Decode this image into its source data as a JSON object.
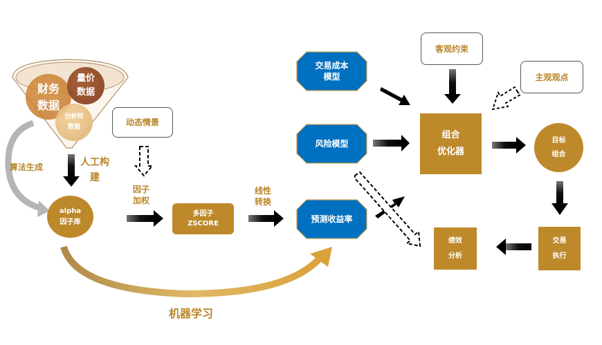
{
  "colors": {
    "gold": "#bd892b",
    "blue": "#0070c0",
    "gold_text": "#b8862a",
    "gray_arrow": "#b0b0b0"
  },
  "funnel": {
    "bubbles": [
      {
        "line1": "财务",
        "line2": "数据"
      },
      {
        "line1": "量价",
        "line2": "数据"
      },
      {
        "line1": "分析师",
        "line2": "数据"
      }
    ]
  },
  "labels": {
    "dynamic_scenario": "动态情景",
    "algo_generate": "算法生成",
    "manual_build_1": "人工构",
    "manual_build_2": "建",
    "factor_weight_1": "因子",
    "factor_weight_2": "加权",
    "linear_transform_1": "线性",
    "linear_transform_2": "转换",
    "machine_learning": "机器学习"
  },
  "nodes": {
    "alpha_lib": {
      "line1": "alpha",
      "line2": "因子库"
    },
    "multi_factor": {
      "line1": "多因子",
      "line2": "ZSCORE"
    },
    "predicted_return": {
      "label": "预测收益率"
    },
    "trade_cost_model": {
      "line1": "交易成本",
      "line2": "模型"
    },
    "risk_model": {
      "label": "风险模型"
    },
    "objective_constraints": {
      "label": "客观约束"
    },
    "subjective_views": {
      "label": "主观观点"
    },
    "optimizer": {
      "line1": "组合",
      "line2": "优化器"
    },
    "target_portfolio": {
      "line1": "目标",
      "line2": "组合"
    },
    "trade_execution": {
      "line1": "交易",
      "line2": "执行"
    },
    "performance_analysis": {
      "line1": "绩效",
      "line2": "分析"
    }
  }
}
